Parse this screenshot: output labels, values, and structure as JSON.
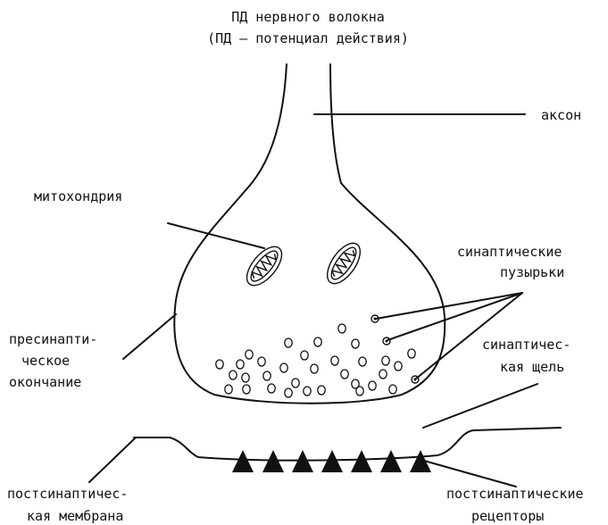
{
  "title": {
    "line1": "ПД нервного волокна",
    "line2": "(ПД — потенциал действия)"
  },
  "labels": {
    "axon": "аксон",
    "mitochondria": "митохондрия",
    "vesicles_line1": "синаптические",
    "vesicles_line2": "пузырьки",
    "presynaptic_line1": "пресинапти-",
    "presynaptic_line2": "ческое",
    "presynaptic_line3": "окончание",
    "cleft_line1": "синаптичес-",
    "cleft_line2": "кая щель",
    "membrane_line1": "постсинаптичес-",
    "membrane_line2": "кая мембрана",
    "receptors_line1": "постсинаптические",
    "receptors_line2": "рецепторы"
  },
  "colors": {
    "ink": "#111111",
    "background": "#ffffff"
  },
  "icons": {
    "mitochondrion": "mitochondrion-icon",
    "vesicle": "vesicle-icon",
    "receptor": "triangle-receptor-icon"
  }
}
